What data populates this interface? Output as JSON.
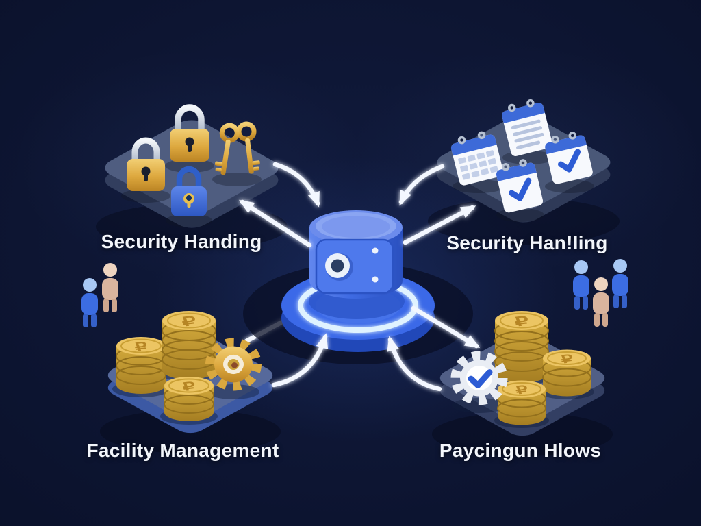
{
  "illustration": {
    "background_color": "#0b122c",
    "center": {
      "name": "secure-vault-hub",
      "icon": "vault-safe-icon"
    },
    "coin_symbol": "₽",
    "nodes": [
      {
        "id": "top-left",
        "label": "Security Handing",
        "icons": [
          "gold-padlock-icon",
          "gold-padlock-icon",
          "blue-padlock-icon",
          "crossed-keys-icon"
        ]
      },
      {
        "id": "top-right",
        "label": "Security Han!ling",
        "icons": [
          "calendar-grid-icon",
          "notepad-lines-icon",
          "calendar-check-icon",
          "calendar-check-icon"
        ]
      },
      {
        "id": "bottom-left",
        "label": "Facility Management",
        "icons": [
          "coin-stack-icon",
          "coin-stack-icon",
          "coin-stack-icon",
          "gold-gear-icon"
        ]
      },
      {
        "id": "bottom-right",
        "label": "Paycingun Hlows",
        "icons": [
          "gear-check-icon",
          "coin-stack-icon",
          "coin-stack-icon",
          "coin-stack-icon"
        ]
      }
    ],
    "people": {
      "left_count": 2,
      "right_count": 3
    },
    "colors": {
      "accent_blue": "#3b69e8",
      "gold": "#d9a83f",
      "platform_slate": "#4e5c7e",
      "arrow_white": "#f3f7ff",
      "label_text": "#f3f6fb"
    }
  }
}
